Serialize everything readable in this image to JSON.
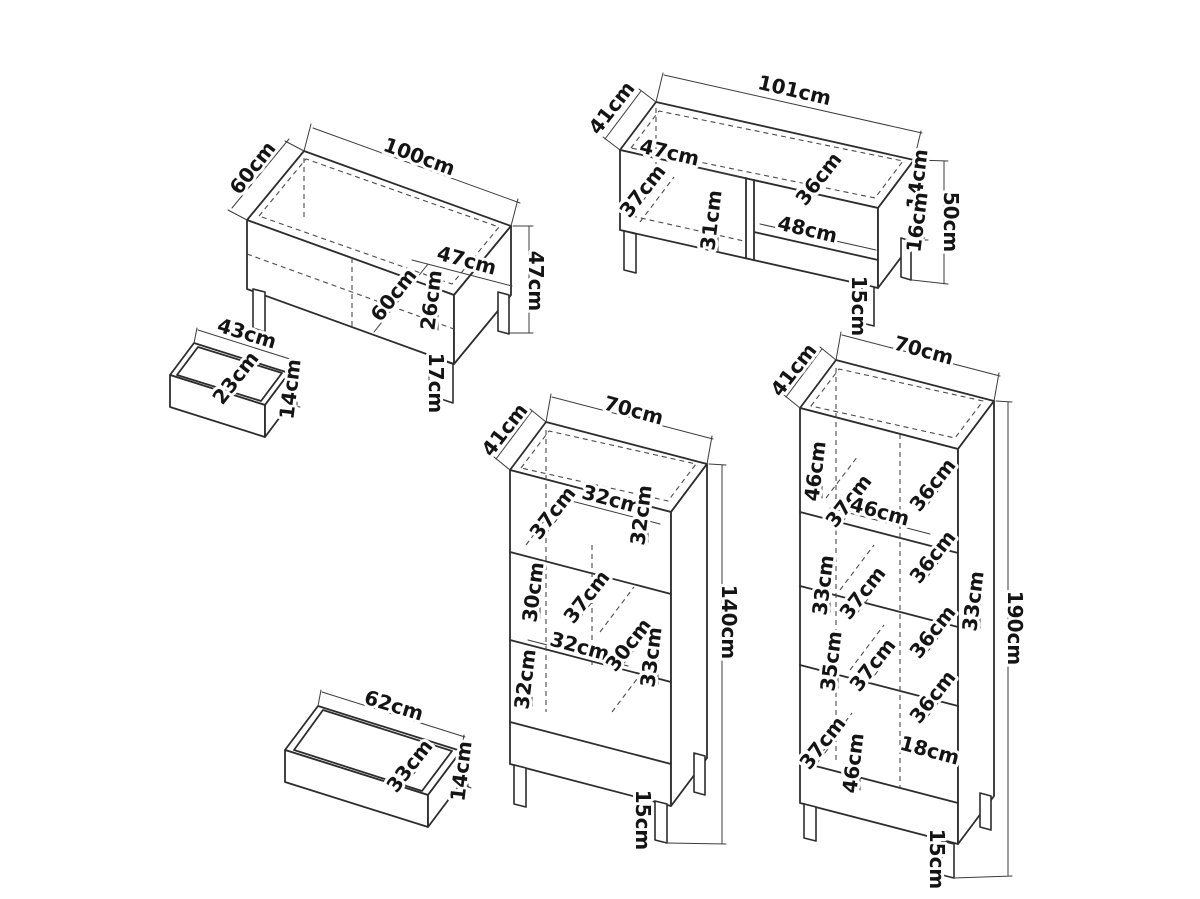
{
  "pieces": {
    "coffee_table": {
      "top_depth": "60cm",
      "top_width": "100cm",
      "side_height": "47cm",
      "inner_width": "47cm",
      "inner_depth": "60cm",
      "inner_height": "26cm",
      "leg_height": "17cm",
      "drawer_width": "43cm",
      "drawer_depth": "23cm",
      "drawer_height": "14cm"
    },
    "tv_stand": {
      "top_depth": "41cm",
      "top_width": "101cm",
      "left_inner_width": "47cm",
      "left_inner_depth": "37cm",
      "inner_height": "31cm",
      "right_inner_depth": "36cm",
      "right_inner_width": "48cm",
      "upper_height": "14cm",
      "side_height": "50cm",
      "lower_height": "16cm",
      "leg_height": "15cm"
    },
    "cabinet": {
      "top_depth": "41cm",
      "top_width": "70cm",
      "s1_depth": "37cm",
      "s1_width": "32cm",
      "s1_height": "32cm",
      "s2_height_left": "30cm",
      "s2_depth": "37cm",
      "s2_width": "32cm",
      "s2_depth_right": "30cm",
      "s2_height_right": "33cm",
      "s3_height": "32cm",
      "side_height": "140cm",
      "leg_height": "15cm",
      "drawer_width": "62cm",
      "drawer_depth": "33cm",
      "drawer_height": "14cm"
    },
    "tall_cabinet": {
      "top_depth": "41cm",
      "top_width": "70cm",
      "s1_height": "46cm",
      "s1_depth": "37cm",
      "s1_depth_right": "36cm",
      "s1_width": "46cm",
      "s2_depth_right": "36cm",
      "s2_height": "33cm",
      "s2_depth": "37cm",
      "s3_depth_right": "36cm",
      "s3_height": "35cm",
      "s3_depth": "37cm",
      "right_mid_height": "33cm",
      "s4_depth_right": "36cm",
      "bottom_depth": "37cm",
      "bottom_height": "46cm",
      "drawer_height": "18cm",
      "side_height": "190cm",
      "leg_height": "15cm"
    }
  }
}
